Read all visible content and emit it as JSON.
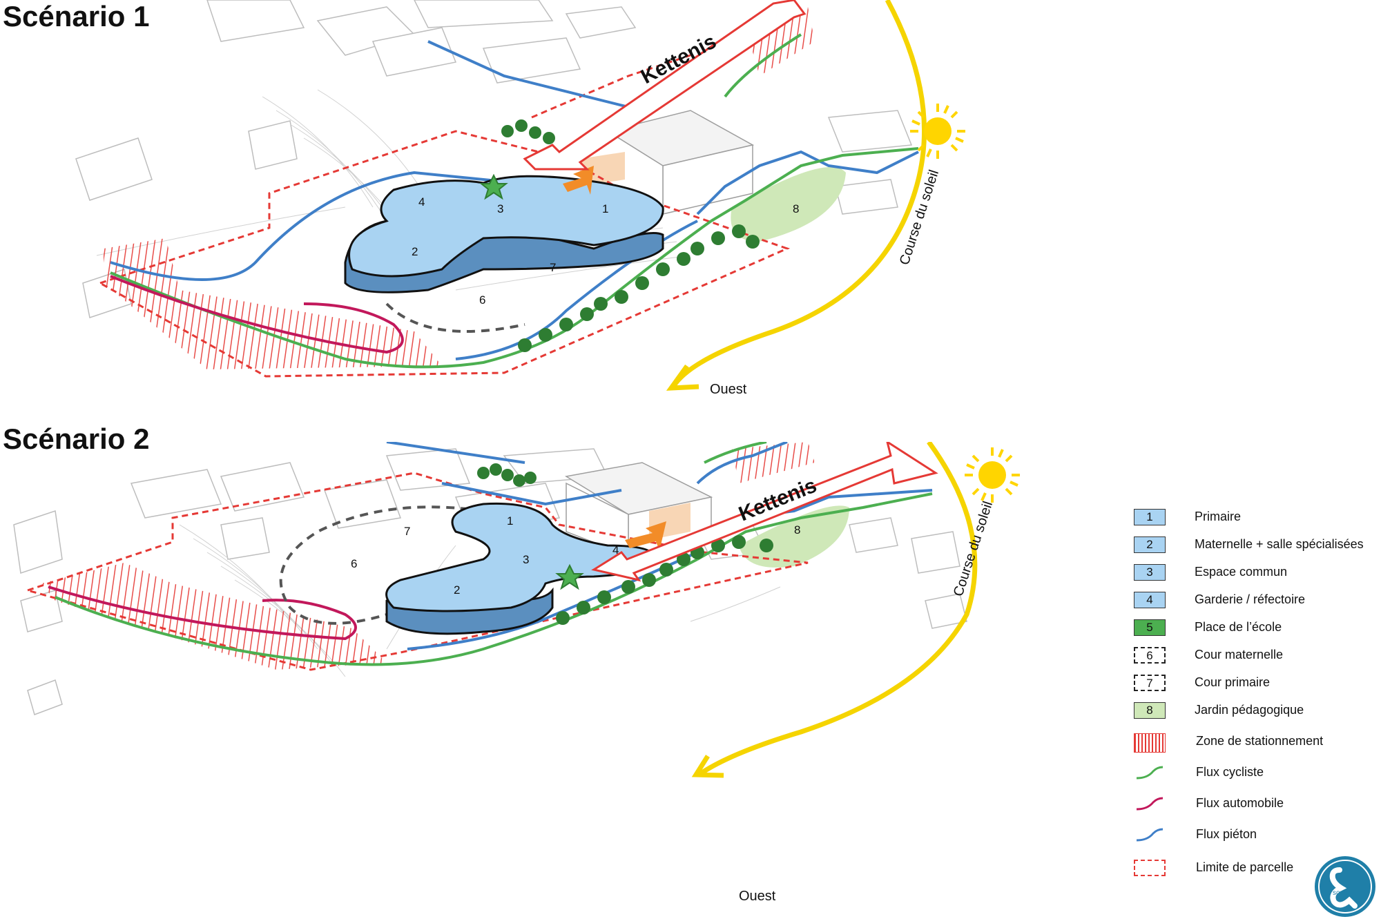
{
  "titles": {
    "scenario1": "Scénario 1",
    "scenario2": "Scénario 2"
  },
  "scenario1": {
    "street_label": "Kettenis",
    "sun_path_label": "Course du soleil",
    "west_label": "Ouest",
    "zones": {
      "z1": "1",
      "z2": "2",
      "z3": "3",
      "z4": "4",
      "z6": "6",
      "z7": "7",
      "z8": "8"
    }
  },
  "scenario2": {
    "street_label": "Kettenis",
    "sun_path_label": "Course du soleil",
    "west_label": "Ouest",
    "zones": {
      "z1": "1",
      "z2": "2",
      "z3": "3",
      "z4": "4",
      "z6": "6",
      "z7": "7",
      "z8": "8"
    }
  },
  "legend": {
    "items": [
      {
        "key": "1",
        "label": "Primaire",
        "swatch": "solid",
        "color": "#a9d3f2"
      },
      {
        "key": "2",
        "label": "Maternelle + salle spécialisées",
        "swatch": "solid",
        "color": "#a9d3f2"
      },
      {
        "key": "3",
        "label": "Espace commun",
        "swatch": "solid",
        "color": "#a9d3f2"
      },
      {
        "key": "4",
        "label": "Garderie  / réfectoire",
        "swatch": "solid",
        "color": "#a9d3f2"
      },
      {
        "key": "5",
        "label": "Place de l’école",
        "swatch": "solid",
        "color": "#4caf50"
      },
      {
        "key": "6",
        "label": "Cour maternelle",
        "swatch": "dashed",
        "color": "#ffffff"
      },
      {
        "key": "7",
        "label": "Cour primaire",
        "swatch": "dashed",
        "color": "#ffffff"
      },
      {
        "key": "8",
        "label": "Jardin pédagogique",
        "swatch": "solid",
        "color": "#cfe8b8"
      },
      {
        "key": "",
        "label": "Zone de stationnement",
        "swatch": "hatch",
        "color": "#e53935"
      },
      {
        "key": "",
        "label": "Flux cycliste",
        "swatch": "line",
        "color": "#4caf50"
      },
      {
        "key": "",
        "label": "Flux automobile",
        "swatch": "line",
        "color": "#c2185b"
      },
      {
        "key": "",
        "label": "Flux piéton",
        "swatch": "line",
        "color": "#3f7fc8"
      },
      {
        "key": "",
        "label": "Limite de parcelle",
        "swatch": "dashred",
        "color": "#e53935"
      }
    ]
  },
  "logo": {
    "text": "sons",
    "color": "#1f7fa8"
  }
}
